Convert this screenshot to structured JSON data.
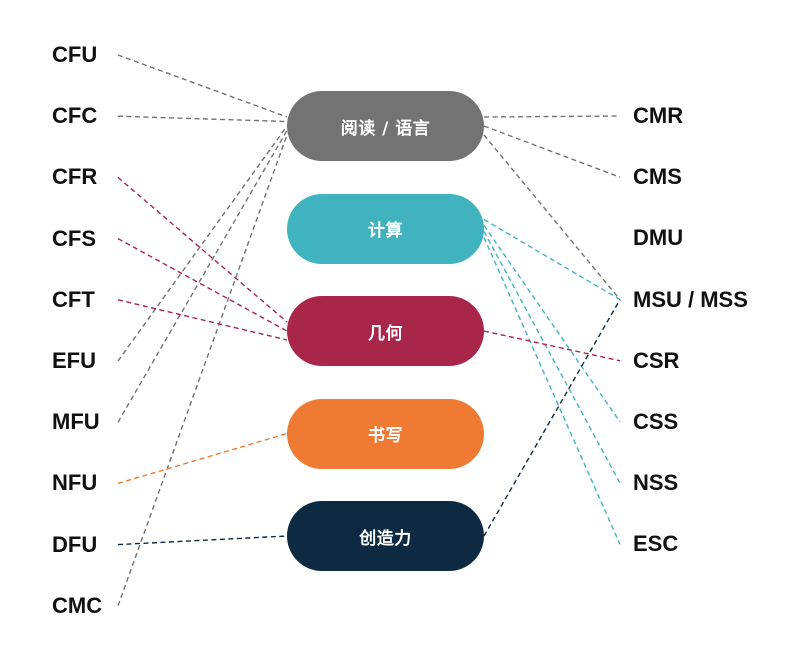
{
  "left_codes": [
    "CFU",
    "CFC",
    "CFR",
    "CFS",
    "CFT",
    "EFU",
    "MFU",
    "NFU",
    "DFU",
    "CMC"
  ],
  "right_codes": [
    "CMR",
    "CMS",
    "DMU",
    "MSU / MSS",
    "CSR",
    "CSS",
    "NSS",
    "ESC"
  ],
  "categories": [
    {
      "id": "reading",
      "label": "阅读 / 语言",
      "color": "#737373"
    },
    {
      "id": "computing",
      "label": "计算",
      "color": "#41b3bf"
    },
    {
      "id": "geometry",
      "label": "几何",
      "color": "#a8264a"
    },
    {
      "id": "writing",
      "label": "书写",
      "color": "#ef7a34"
    },
    {
      "id": "creativity",
      "label": "创造力",
      "color": "#0e2a43"
    }
  ],
  "connections": [
    {
      "category": "reading",
      "side": "left",
      "code": "CFU"
    },
    {
      "category": "reading",
      "side": "left",
      "code": "CFC"
    },
    {
      "category": "reading",
      "side": "left",
      "code": "EFU"
    },
    {
      "category": "reading",
      "side": "left",
      "code": "MFU"
    },
    {
      "category": "reading",
      "side": "left",
      "code": "CMC"
    },
    {
      "category": "reading",
      "side": "right",
      "code": "CMR"
    },
    {
      "category": "reading",
      "side": "right",
      "code": "CMS"
    },
    {
      "category": "reading",
      "side": "right",
      "code": "MSU / MSS"
    },
    {
      "category": "computing",
      "side": "right",
      "code": "MSU / MSS"
    },
    {
      "category": "computing",
      "side": "right",
      "code": "CSS"
    },
    {
      "category": "computing",
      "side": "right",
      "code": "NSS"
    },
    {
      "category": "computing",
      "side": "right",
      "code": "ESC"
    },
    {
      "category": "geometry",
      "side": "left",
      "code": "CFR"
    },
    {
      "category": "geometry",
      "side": "left",
      "code": "CFS"
    },
    {
      "category": "geometry",
      "side": "left",
      "code": "CFT"
    },
    {
      "category": "geometry",
      "side": "right",
      "code": "CSR"
    },
    {
      "category": "writing",
      "side": "left",
      "code": "NFU"
    },
    {
      "category": "creativity",
      "side": "left",
      "code": "DFU"
    },
    {
      "category": "creativity",
      "side": "right",
      "code": "MSU / MSS"
    }
  ]
}
